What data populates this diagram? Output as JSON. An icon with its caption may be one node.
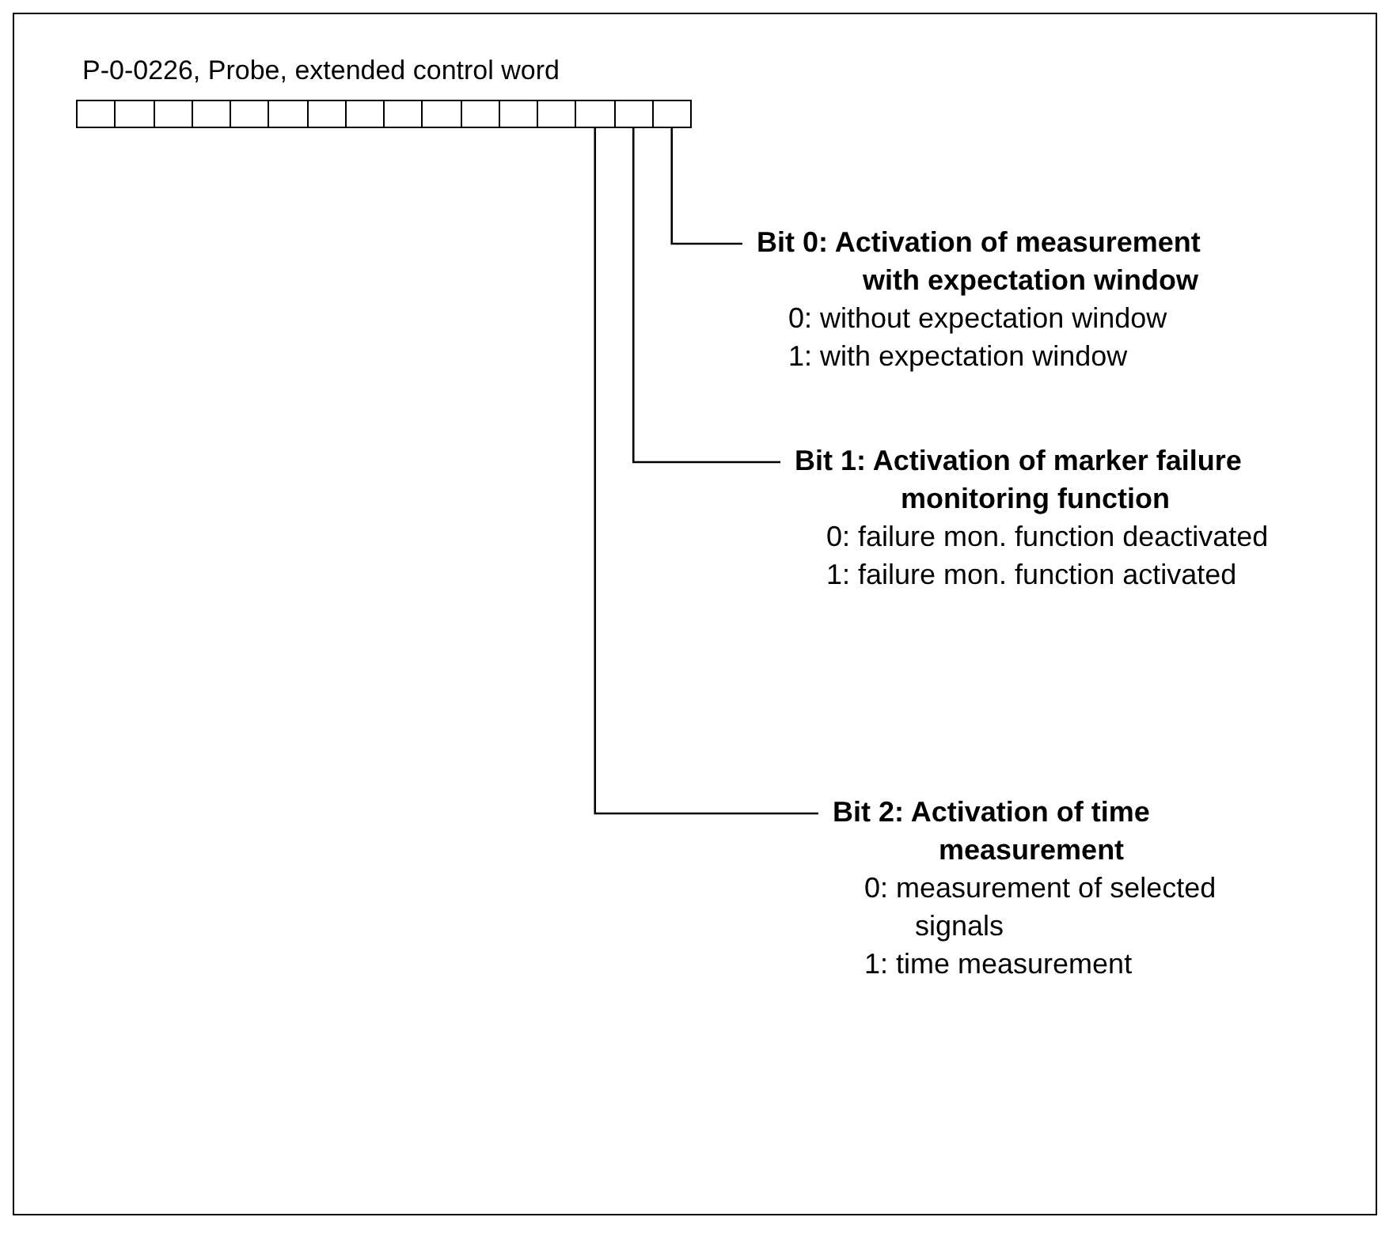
{
  "diagram": {
    "title": "P-0-0226, Probe, extended control word",
    "nodes": [
      {
        "text": [],
        "shape": "box"
      },
      {
        "text": [],
        "shape": "box"
      },
      {
        "text": [],
        "shape": "box"
      },
      {
        "text": [],
        "shape": "box"
      },
      {
        "text": [],
        "shape": "box"
      },
      {
        "text": [],
        "shape": "box"
      },
      {
        "text": [],
        "shape": "box"
      },
      {
        "text": [],
        "shape": "box"
      },
      {
        "text": [],
        "shape": "box"
      },
      {
        "text": [],
        "shape": "box"
      },
      {
        "text": [],
        "shape": "box"
      },
      {
        "text": [],
        "shape": "box"
      },
      {
        "text": [],
        "shape": "box"
      },
      {
        "text": [],
        "shape": "box"
      },
      {
        "text": [],
        "shape": "box"
      },
      {
        "text": [],
        "shape": "box"
      },
      {
        "text": [
          "Bit 0: Activation of measurement with expectation window",
          "0: without expectation window",
          "1: with expectation window"
        ]
      },
      {
        "text": [
          "Bit 1: Activation of marker failure monitoring function",
          "0: failure mon. function deactivated",
          "1: failure mon. function activated"
        ]
      },
      {
        "text": [
          "Bit 2: Activation of time measurement",
          "0: measurement of selected signals",
          "1: time measurement"
        ]
      }
    ],
    "edges": [
      {
        "from": 16,
        "to": 15,
        "arrow": "none"
      },
      {
        "from": 17,
        "to": 14,
        "arrow": "none"
      },
      {
        "from": 18,
        "to": 13,
        "arrow": "none"
      }
    ]
  }
}
